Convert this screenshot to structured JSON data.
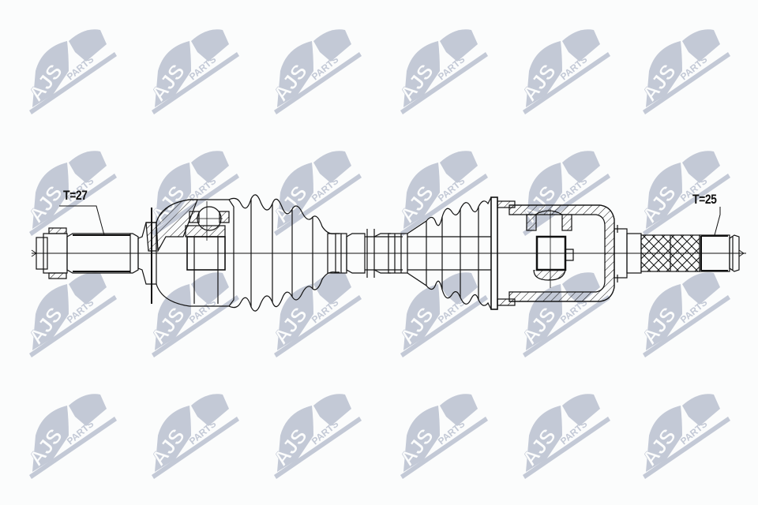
{
  "diagram": {
    "subject": "Drive shaft (CV axle) technical drawing",
    "background_color": "#fbfcfc",
    "line_color": "#111111",
    "labels": {
      "outer_spline": "T=27",
      "inner_spline": "T=25"
    },
    "watermark": {
      "text_main": "AJS",
      "text_sub": "PARTS",
      "color": "#c3c9d6",
      "columns_x": [
        35,
        190,
        345,
        505,
        660,
        812
      ],
      "rows_y": [
        28,
        182,
        336,
        490
      ]
    },
    "components": [
      {
        "id": "outer-stub-shaft",
        "label_ref": "outer_spline"
      },
      {
        "id": "outer-cv-joint"
      },
      {
        "id": "outer-boot"
      },
      {
        "id": "axle-bar"
      },
      {
        "id": "inner-boot"
      },
      {
        "id": "inner-tripod-joint"
      },
      {
        "id": "inner-stub-shaft",
        "label_ref": "inner_spline"
      }
    ]
  }
}
